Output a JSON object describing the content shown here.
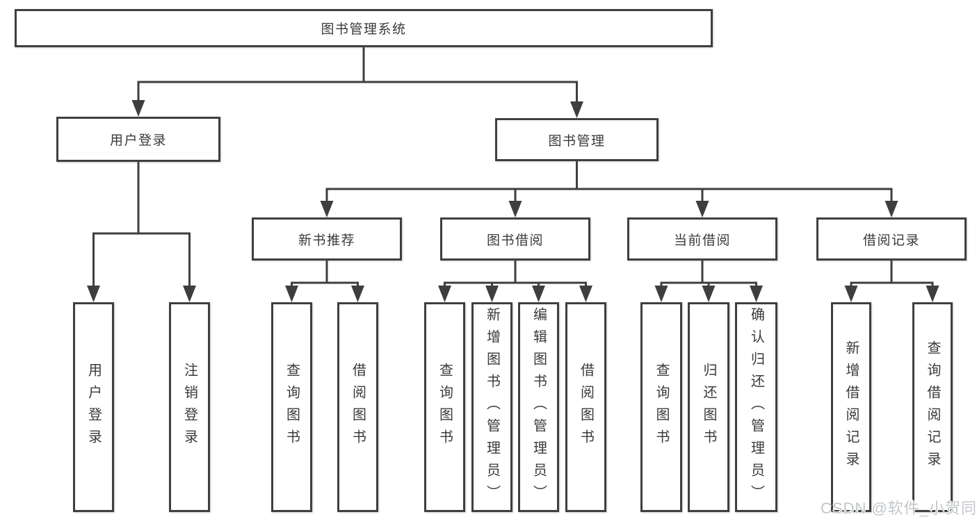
{
  "diagram": {
    "root": {
      "label": "图书管理系统",
      "children": [
        {
          "label": "用户登录",
          "children": [
            {
              "label": "用户登录"
            },
            {
              "label": "注销登录"
            }
          ]
        },
        {
          "label": "图书管理",
          "children": [
            {
              "label": "新书推荐",
              "children": [
                {
                  "label": "查询图书"
                },
                {
                  "label": "借阅图书"
                }
              ]
            },
            {
              "label": "图书借阅",
              "children": [
                {
                  "label": "查询图书"
                },
                {
                  "label": "新增图书（管理员）"
                },
                {
                  "label": "编辑图书（管理员）"
                },
                {
                  "label": "借阅图书"
                }
              ]
            },
            {
              "label": "当前借阅",
              "children": [
                {
                  "label": "查询图书"
                },
                {
                  "label": "归还图书"
                },
                {
                  "label": "确认归还（管理员）"
                }
              ]
            },
            {
              "label": "借阅记录",
              "children": [
                {
                  "label": "新增借阅记录"
                },
                {
                  "label": "查询借阅记录"
                }
              ]
            }
          ]
        }
      ]
    }
  },
  "watermark": {
    "text": "CSDN @软件_小贺同学"
  },
  "colors": {
    "line": "#3e3e3e",
    "text": "#3a3a3a",
    "watermark": "#c2c6ca",
    "background": "#ffffff"
  }
}
